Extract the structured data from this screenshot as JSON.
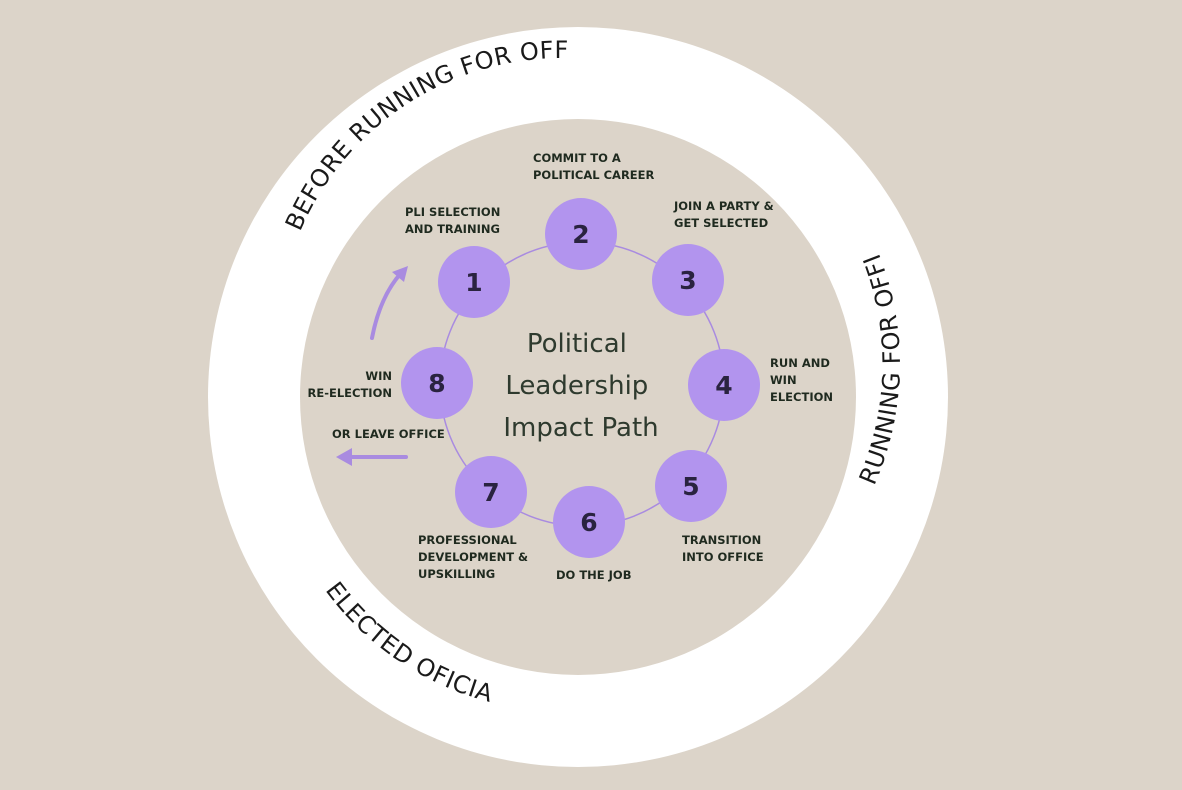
{
  "title": {
    "line1": "Political",
    "line2": "Leadership",
    "line3": "Impact Path"
  },
  "phases": [
    {
      "label": "BEFORE RUNNING FOR OFFICE"
    },
    {
      "label": "RUNNING FOR OFFICE"
    },
    {
      "label": "ELECTED OFICIAL"
    }
  ],
  "steps": [
    {
      "number": "1",
      "lines": [
        "PLI SELECTION",
        "AND TRAINING"
      ]
    },
    {
      "number": "2",
      "lines": [
        "COMMIT TO A",
        "POLITICAL CAREER"
      ]
    },
    {
      "number": "3",
      "lines": [
        "JOIN A PARTY &",
        "GET SELECTED"
      ]
    },
    {
      "number": "4",
      "lines": [
        "RUN AND",
        "WIN",
        "ELECTION"
      ]
    },
    {
      "number": "5",
      "lines": [
        "TRANSITION",
        "INTO OFFICE"
      ]
    },
    {
      "number": "6",
      "lines": [
        "DO THE JOB"
      ]
    },
    {
      "number": "7",
      "lines": [
        "PROFESSIONAL",
        "DEVELOPMENT &",
        "UPSKILLING"
      ]
    },
    {
      "number": "8",
      "lines": [
        "WIN",
        "RE-ELECTION"
      ]
    }
  ],
  "exit_option": {
    "label": "OR LEAVE OFFICE"
  },
  "colors": {
    "background": "#dcd4c9",
    "outer_ring": "#ffffff",
    "inner_disc": "#dcd4c9",
    "node_fill": "#b294ee",
    "node_text": "#2a2340",
    "connector": "#a98be0",
    "arrow": "#a98be0",
    "text_dark": "#1f2a1f",
    "title_text": "#2e3a2e"
  }
}
